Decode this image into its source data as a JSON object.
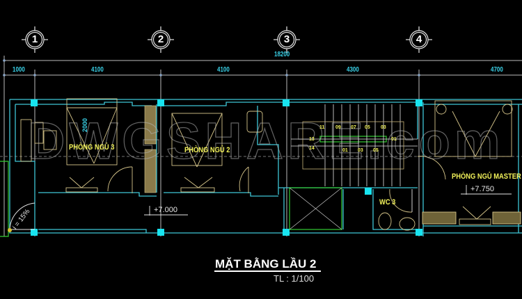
{
  "drawing": {
    "title": "MẶT BẰNG LẦU 2",
    "scale": "TL : 1/100",
    "watermark": "DWGSHARE.com",
    "colors": {
      "background": "#000000",
      "wall": "#3fc6d6",
      "column": "#18e4f0",
      "furniture": "#d6c58a",
      "room_label": "#f2f25a",
      "dimension_text": "#39d0e6",
      "grid_line": "#c8c8c8",
      "green_line": "#33cc33"
    }
  },
  "axes": [
    {
      "label": "1"
    },
    {
      "label": "2"
    },
    {
      "label": "3"
    },
    {
      "label": "4"
    }
  ],
  "dimensions": {
    "total": "18200",
    "segments": [
      "1000",
      "4100",
      "4100",
      "4300",
      "4700"
    ]
  },
  "rooms": [
    {
      "name": "PHÒNG NGỦ 3"
    },
    {
      "name": "PHÒNG NGỦ 2"
    },
    {
      "name": "WC 3"
    },
    {
      "name": "PHÒNG NGỦ MASTER"
    }
  ],
  "annotations": {
    "bed_dim": "2000",
    "slope": "i = 15%",
    "level_hall": "+7.000",
    "level_master": "+7.750"
  },
  "stairs": {
    "upper": [
      "11",
      "09",
      "07",
      "05",
      "03"
    ],
    "middle_left": "13",
    "middle_right": "01",
    "left_low": "14",
    "lower": [
      "01",
      "03",
      "05"
    ]
  }
}
